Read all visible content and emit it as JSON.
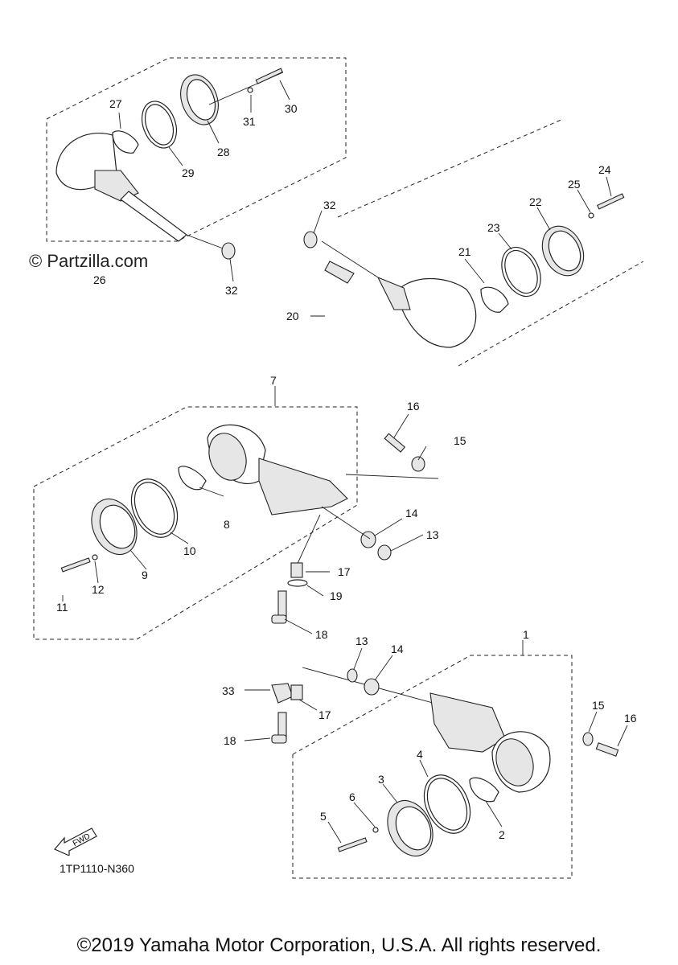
{
  "watermark": "© Partzilla.com",
  "diagram_code": "1TP1110-N360",
  "copyright": "©2019 Yamaha Motor Corporation, U.S.A. All rights reserved.",
  "fwd_label": "FWD",
  "callouts": [
    "1",
    "2",
    "3",
    "4",
    "5",
    "6",
    "7",
    "8",
    "9",
    "10",
    "11",
    "12",
    "13",
    "13",
    "14",
    "14",
    "15",
    "15",
    "16",
    "16",
    "17",
    "17",
    "18",
    "18",
    "19",
    "20",
    "21",
    "22",
    "23",
    "24",
    "25",
    "26",
    "27",
    "28",
    "29",
    "30",
    "31",
    "32",
    "32",
    "33"
  ]
}
